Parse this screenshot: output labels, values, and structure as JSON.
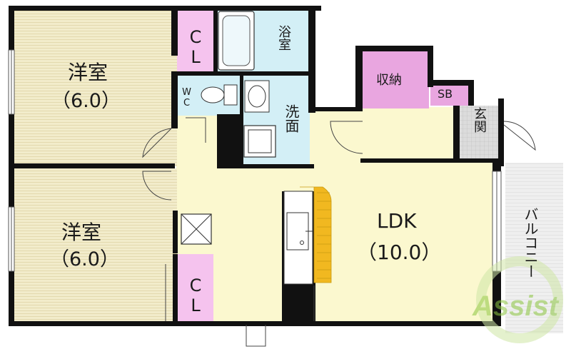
{
  "rooms": {
    "western1": {
      "name": "洋室",
      "size": "（6.0）"
    },
    "western2": {
      "name": "洋室",
      "size": "（6.0）"
    },
    "closet1": {
      "name": "CL"
    },
    "closet2": {
      "name": "CL"
    },
    "bath": {
      "name": "浴室"
    },
    "toilet": {
      "name": "WC"
    },
    "washroom": {
      "name": "洗面"
    },
    "storage": {
      "name": "収納"
    },
    "shoe_box": {
      "name": "SB"
    },
    "entrance": {
      "name": "玄関"
    },
    "ldk": {
      "name": "LDK",
      "size": "（10.0）"
    },
    "balcony": {
      "name": "バルコニー"
    }
  },
  "watermark": {
    "text": "Assist"
  },
  "colors": {
    "western_room": "#f2eccb",
    "ldk_floor": "#fbf8cf",
    "closet": "#f5c3ee",
    "storage": "#e9a6e0",
    "wet_area": "#d3eff6",
    "entrance_tile": "#dcdcdc",
    "balcony": "#efefef",
    "wall": "#111111",
    "stair": "#f1b820",
    "watermark": "#8cc63f"
  }
}
